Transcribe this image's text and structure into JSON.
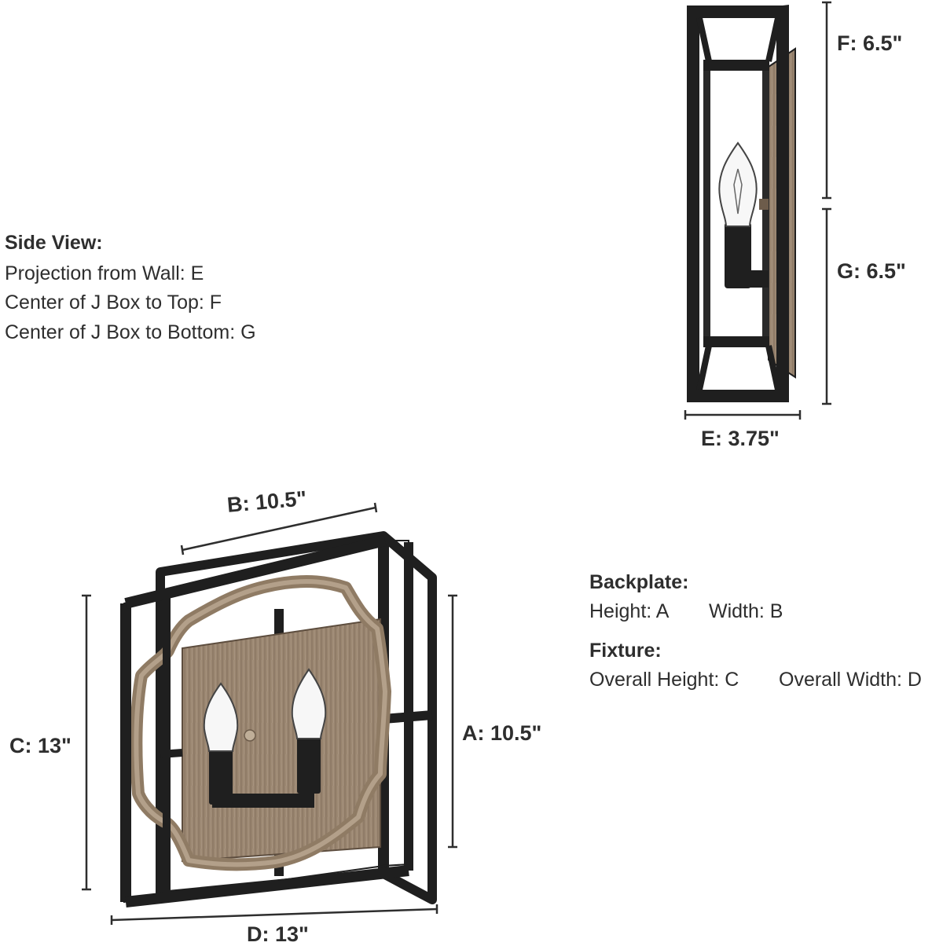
{
  "side_view_legend": {
    "heading": "Side View:",
    "lines": [
      "Projection from Wall: E",
      "Center of J Box to Top: F",
      "Center of J Box to Bottom: G"
    ]
  },
  "dimensions": {
    "F": "F: 6.5\"",
    "G": "G: 6.5\"",
    "E": "E: 3.75\"",
    "B": "B: 10.5\"",
    "A": "A: 10.5\"",
    "C": "C: 13\"",
    "D": "D: 13\""
  },
  "backplate_legend": {
    "heading": "Backplate:",
    "height": "Height: A",
    "width": "Width: B"
  },
  "fixture_legend": {
    "heading": "Fixture:",
    "height": "Overall Height: C",
    "width": "Overall Width: D"
  },
  "colors": {
    "frame": "#1f1f1f",
    "wood": "#9a8670",
    "wood_dark": "#7d6b58",
    "text": "#2e2e2e"
  }
}
